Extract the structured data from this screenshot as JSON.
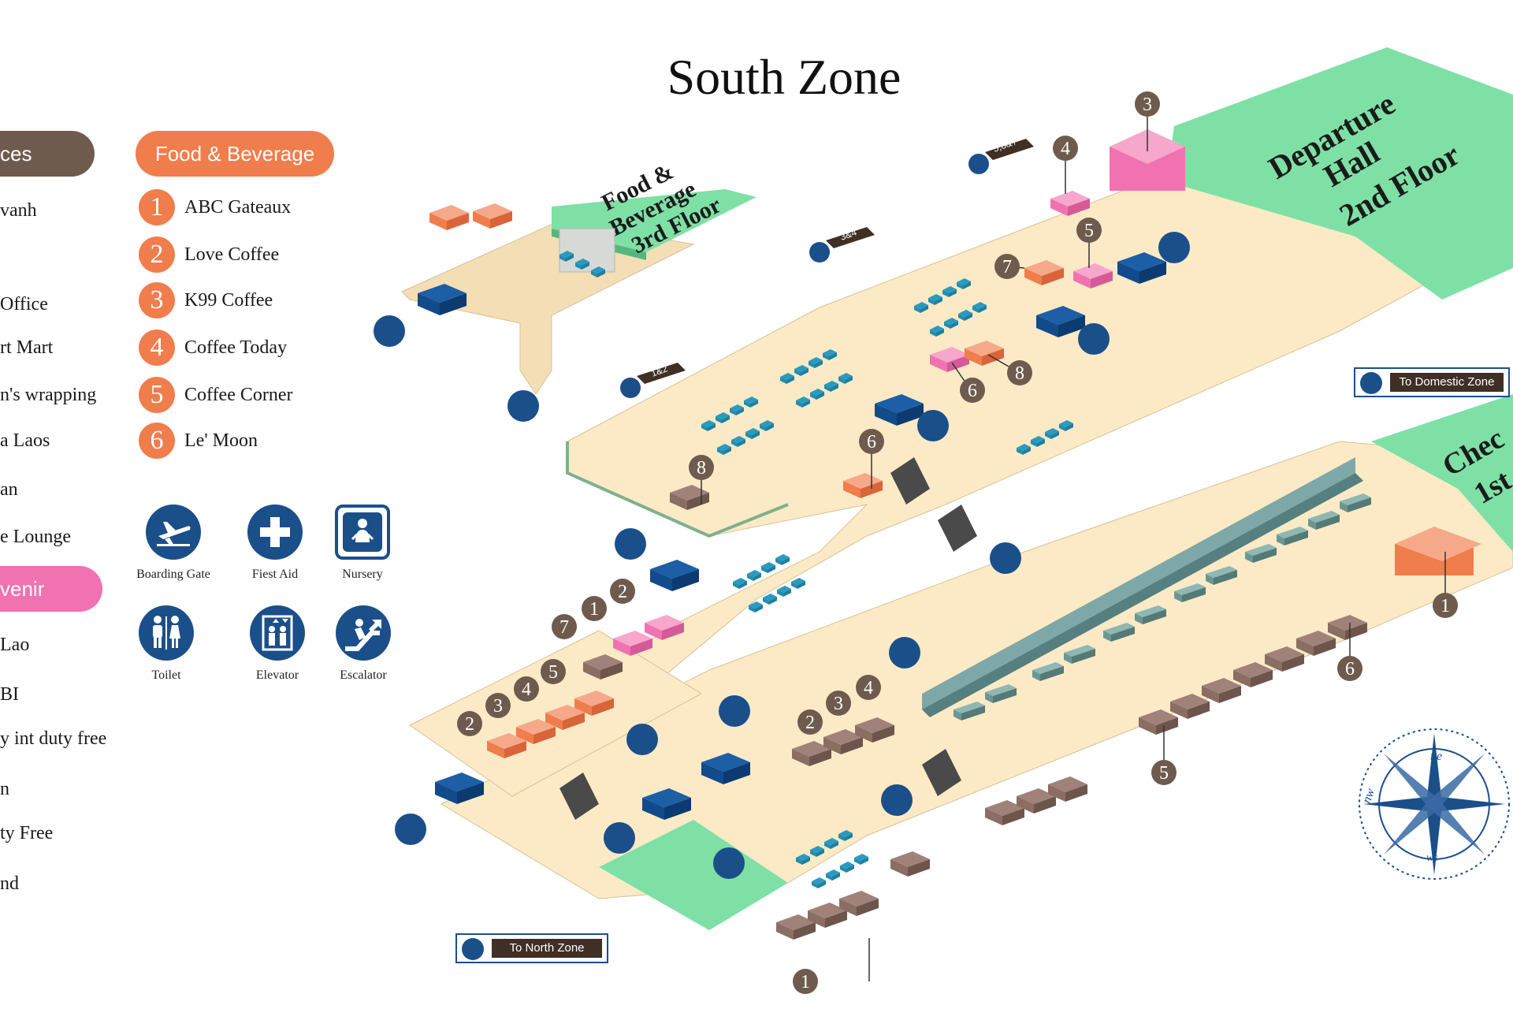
{
  "title": "South Zone",
  "legend": {
    "services": {
      "header": "ces",
      "items": [
        "vanh",
        "Office",
        "rt Mart",
        "n's wrapping",
        "a Laos",
        "an",
        "e Lounge"
      ]
    },
    "food": {
      "header": "Food & Beverage",
      "items": [
        {
          "num": "1",
          "name": "ABC Gateaux"
        },
        {
          "num": "2",
          "name": "Love Coffee"
        },
        {
          "num": "3",
          "name": "K99 Coffee"
        },
        {
          "num": "4",
          "name": "Coffee Today"
        },
        {
          "num": "5",
          "name": "Coffee Corner"
        },
        {
          "num": "6",
          "name": "Le' Moon"
        }
      ]
    },
    "souvenir": {
      "header": "venir",
      "items": [
        "Lao",
        "BI",
        "y int duty free",
        "n",
        "ty Free",
        "nd"
      ]
    },
    "facilities": [
      {
        "label": "Boarding Gate",
        "icon": "boarding-gate-icon"
      },
      {
        "label": "Fiest Aid",
        "icon": "first-aid-icon"
      },
      {
        "label": "Nursery",
        "icon": "nursery-icon"
      },
      {
        "label": "Toilet",
        "icon": "toilet-icon"
      },
      {
        "label": "Elevator",
        "icon": "elevator-icon"
      },
      {
        "label": "Escalator",
        "icon": "escalator-icon"
      }
    ]
  },
  "map": {
    "areas": {
      "food_3rd": "Food & Beverage 3rd Floor",
      "food_3rd_lines": [
        "Food &",
        "Beverage",
        "3rd Floor"
      ],
      "departure_lines": [
        "Departure",
        "Hall",
        "2nd Floor"
      ],
      "checkin_lines": [
        "Chec",
        "1st"
      ]
    },
    "gates": [
      "1&2",
      "3&4",
      "5,6&7"
    ],
    "zone_links": {
      "domestic": "To Domestic Zone",
      "north": "To North Zone"
    },
    "markers_upper": [
      "1",
      "2",
      "3",
      "4",
      "5",
      "6",
      "7",
      "8"
    ],
    "markers_lower": [
      "1",
      "2",
      "3",
      "4",
      "5",
      "6"
    ],
    "compass": {
      "ne": "ne",
      "nw": "nw",
      "ws": "ws"
    }
  },
  "colors": {
    "floor": "#fbeac5",
    "green_zone": "#7fe0a6",
    "food": "#f07d4c",
    "souvenir": "#f072b0",
    "services": "#6f5b4e",
    "icon_blue": "#1b4f8a",
    "kiosk_blue": "#114b8c",
    "seat_blue": "#2a9bbf"
  }
}
